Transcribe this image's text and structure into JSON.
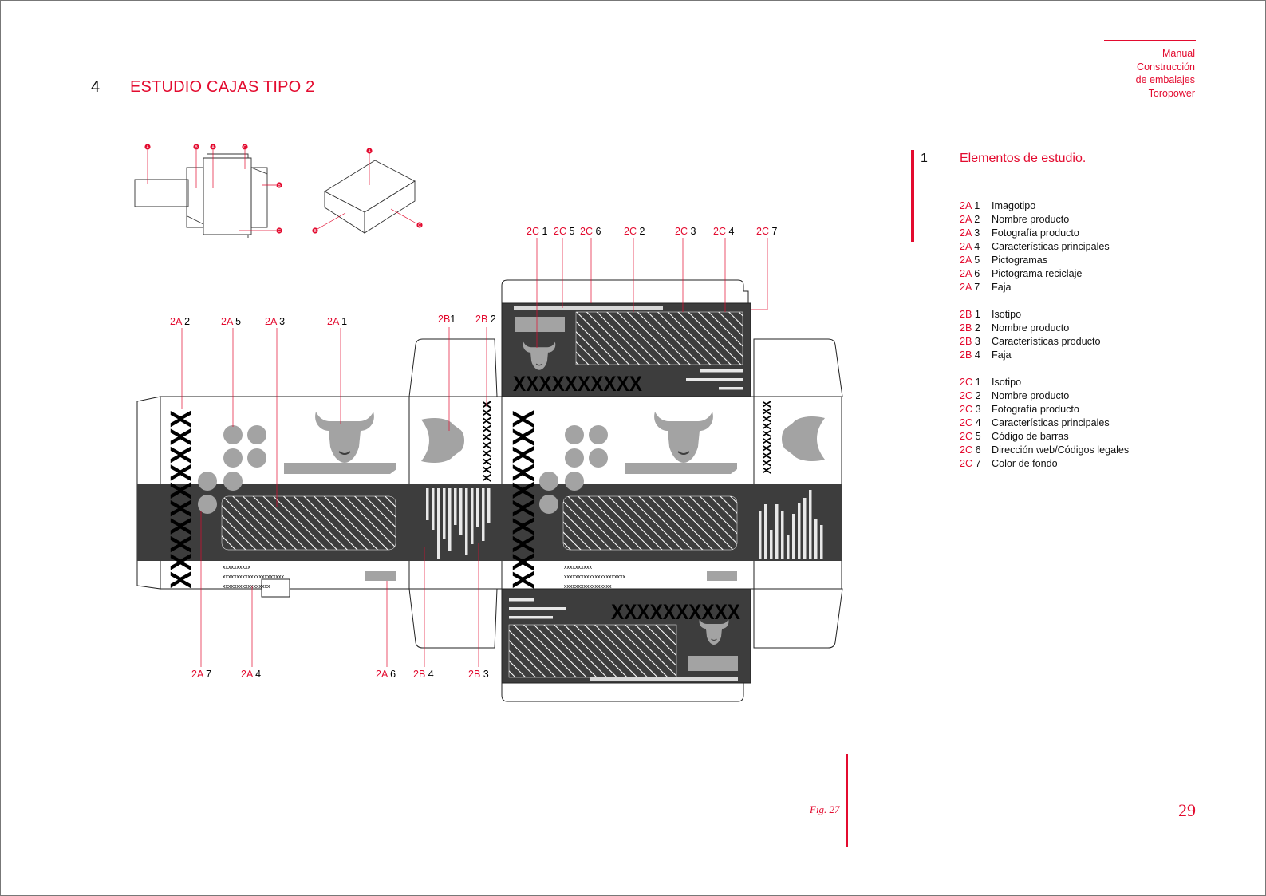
{
  "header": {
    "lines": [
      "Manual",
      "Construcción",
      "de embalajes",
      "Toropower"
    ]
  },
  "section": {
    "number": "4",
    "title": "ESTUDIO CAJAS TIPO 2"
  },
  "side": {
    "number": "1",
    "title": "Elementos de estudio."
  },
  "legend": [
    [
      {
        "code": "2A",
        "n": "1",
        "text": "Imagotipo"
      },
      {
        "code": "2A",
        "n": "2",
        "text": "Nombre producto"
      },
      {
        "code": "2A",
        "n": "3",
        "text": "Fotografía producto"
      },
      {
        "code": "2A",
        "n": "4",
        "text": "Características principales"
      },
      {
        "code": "2A",
        "n": "5",
        "text": "Pictogramas"
      },
      {
        "code": "2A",
        "n": "6",
        "text": "Pictograma reciclaje"
      },
      {
        "code": "2A",
        "n": "7",
        "text": "Faja"
      }
    ],
    [
      {
        "code": "2B",
        "n": "1",
        "text": "Isotipo"
      },
      {
        "code": "2B",
        "n": "2",
        "text": "Nombre producto"
      },
      {
        "code": "2B",
        "n": "3",
        "text": "Características producto"
      },
      {
        "code": "2B",
        "n": "4",
        "text": "Faja"
      }
    ],
    [
      {
        "code": "2C",
        "n": "1",
        "text": "Isotipo"
      },
      {
        "code": "2C",
        "n": "2",
        "text": "Nombre producto"
      },
      {
        "code": "2C",
        "n": "3",
        "text": "Fotografía producto"
      },
      {
        "code": "2C",
        "n": "4",
        "text": "Características principales"
      },
      {
        "code": "2C",
        "n": "5",
        "text": "Código de barras"
      },
      {
        "code": "2C",
        "n": "6",
        "text": "Dirección web/Códigos legales"
      },
      {
        "code": "2C",
        "n": "7",
        "text": "Color de fondo"
      }
    ]
  ],
  "callouts_top": [
    {
      "code": "2C",
      "n": "1"
    },
    {
      "code": "2C",
      "n": "5"
    },
    {
      "code": "2C",
      "n": "6"
    },
    {
      "code": "2C",
      "n": "2"
    },
    {
      "code": "2C",
      "n": "3"
    },
    {
      "code": "2C",
      "n": "4"
    },
    {
      "code": "2C",
      "n": "7"
    }
  ],
  "callouts_mid": [
    {
      "code": "2A",
      "n": "2"
    },
    {
      "code": "2A",
      "n": "5"
    },
    {
      "code": "2A",
      "n": "3"
    },
    {
      "code": "2A",
      "n": "1"
    },
    {
      "code": "2B",
      "n": "1"
    },
    {
      "code": "2B",
      "n": "2"
    }
  ],
  "callouts_bottom": [
    {
      "code": "2A",
      "n": "7"
    },
    {
      "code": "2A",
      "n": "4"
    },
    {
      "code": "2A",
      "n": "6"
    },
    {
      "code": "2B",
      "n": "4"
    },
    {
      "code": "2B",
      "n": "3"
    }
  ],
  "mini_letters": {
    "a": "A",
    "b": "B",
    "c": "C"
  },
  "placeholder": {
    "name_big": "XXXXXXXXXX",
    "name_vertical": "XXXXXXXXXX",
    "text_line_short": "xxxxxxxxxx",
    "text_line_long": "xxxxxxxxxxxxxxxxxxxxxx",
    "text_line_mid": "xxxxxxxxxxxxxxxxx"
  },
  "figure": {
    "label": "Fig. 27",
    "page": "29"
  },
  "colors": {
    "accent": "#e30b2f",
    "dark": "#3d3d3d",
    "gray": "#a3a3a3"
  }
}
